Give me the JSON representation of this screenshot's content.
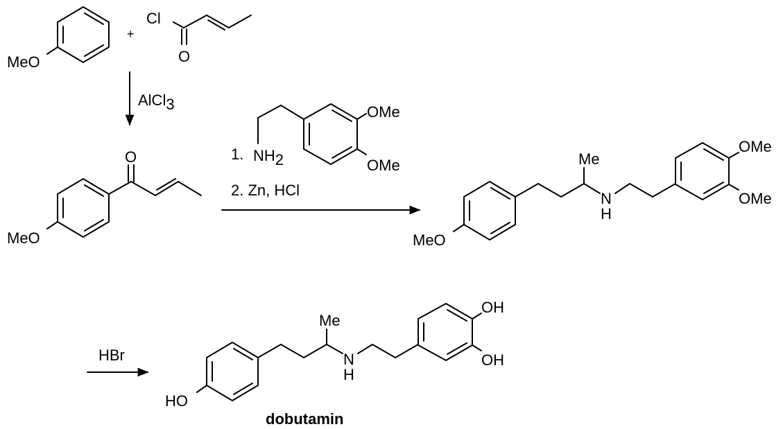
{
  "reactants": {
    "anisole_label": "MeO",
    "plus": "+",
    "acyl_chloride_cl": "Cl",
    "acyl_chloride_o": "O"
  },
  "step1": {
    "reagent_main": "AlCl",
    "reagent_sub": "3"
  },
  "intermediate1": {
    "carbonyl_o": "O",
    "methoxy_label": "MeO"
  },
  "step2": {
    "amine_nh": "NH",
    "amine_sub": "2",
    "line1_number": "1.",
    "line2": "2. Zn, HCl",
    "ome_top": "OMe",
    "ome_bottom": "OMe"
  },
  "intermediate2": {
    "me_label": "Me",
    "n_label": "N",
    "h_label": "H",
    "ome_top": "OMe",
    "ome_bottom": "OMe",
    "methoxy_label": "MeO"
  },
  "step3": {
    "reagent": "HBr"
  },
  "product": {
    "me_label": "Me",
    "n_label": "N",
    "h_label": "H",
    "oh_top": "OH",
    "oh_bottom": "OH",
    "ho_label": "HO",
    "name": "dobutamin"
  },
  "colors": {
    "ink": "#000000",
    "background": "#ffffff"
  }
}
